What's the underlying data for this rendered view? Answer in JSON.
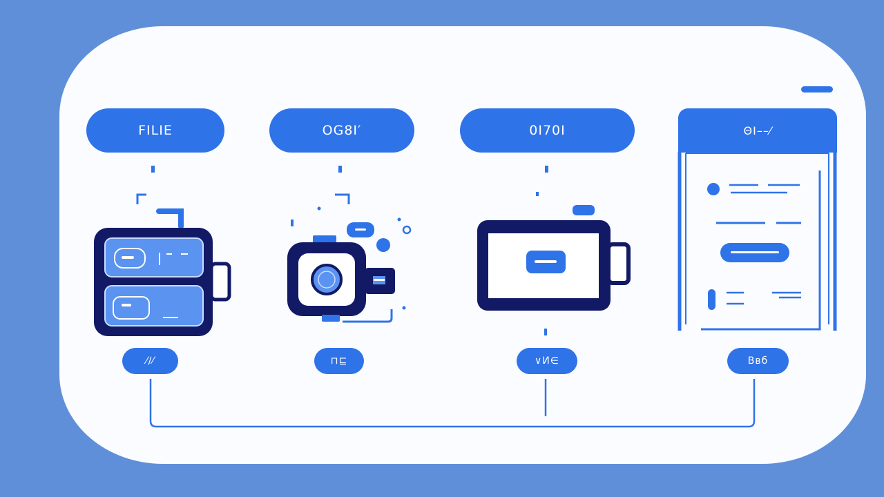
{
  "steps": [
    {
      "label": "FILIE",
      "caption": "⁄∕⁄"
    },
    {
      "label": "OG8I′",
      "caption": "⊓⊑"
    },
    {
      "label": "0I70I",
      "caption": "∨И∈"
    },
    {
      "label": "ΘI––⁄",
      "caption": "Βвб"
    }
  ],
  "colors": {
    "background": "#5f8fd9",
    "card": "#fbfcff",
    "accent": "#2f73e8",
    "navy": "#121a66",
    "light_blue": "#5b93f0"
  }
}
